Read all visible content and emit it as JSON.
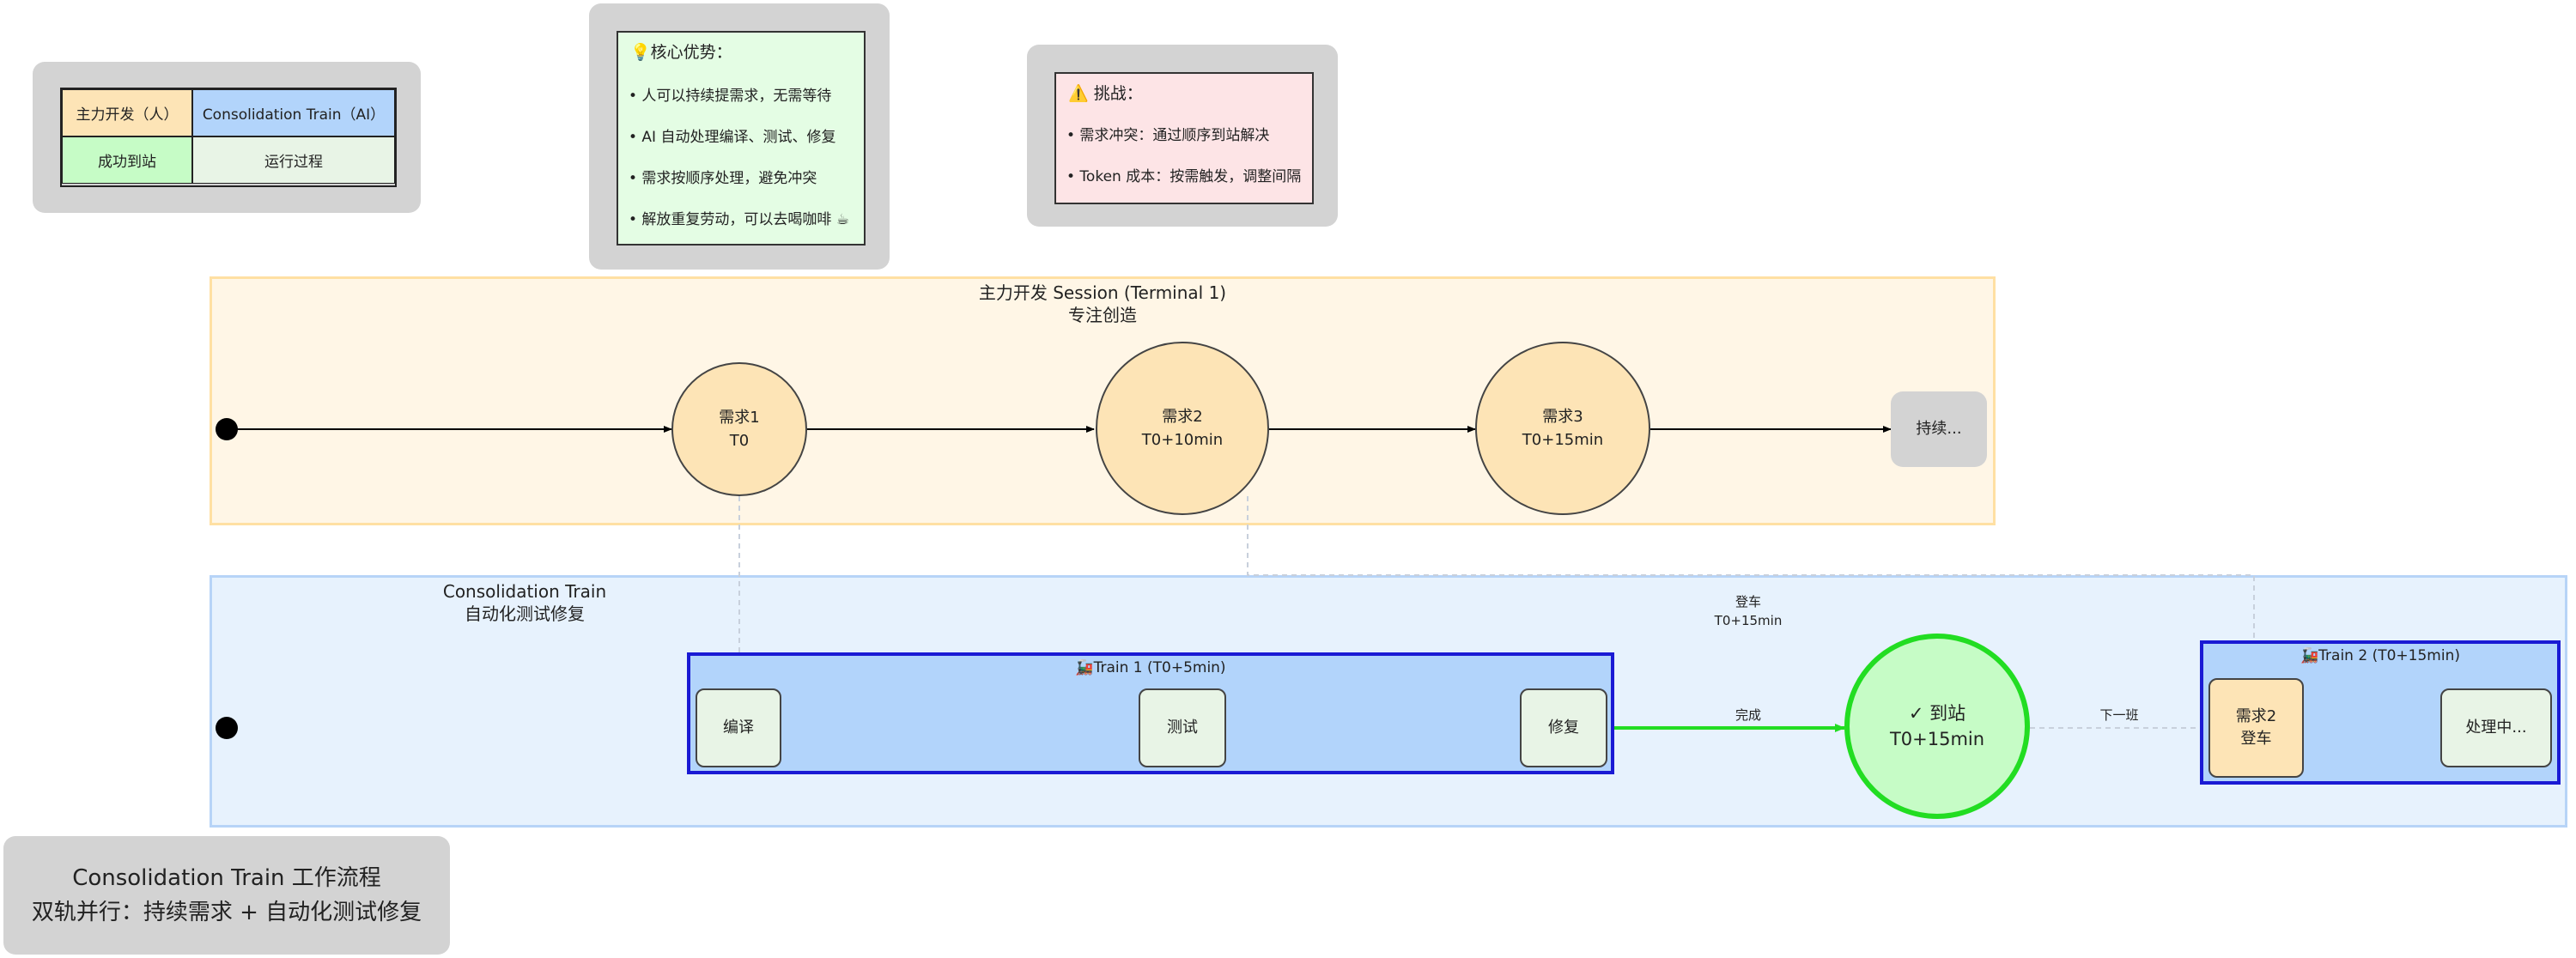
{
  "legend": {
    "main_dev": "主力开发（人）",
    "train": "Consolidation Train（AI）",
    "arrived": "成功到站",
    "running": "运行过程",
    "colors": {
      "main_dev": "#fde4b6",
      "train": "#b2d4fb",
      "arrived": "#c6fcc6",
      "running": "#e8f4e6"
    }
  },
  "advantages": {
    "icon": "lightbulb-icon",
    "title": "💡核心优势：",
    "items": [
      "• 人可以持续提需求，无需等待",
      "• AI 自动处理编译、测试、修复",
      "• 需求按顺序处理，避免冲突",
      "• 解放重复劳动，可以去喝咖啡 ☕"
    ]
  },
  "challenges": {
    "icon": "warning-icon",
    "title": "⚠️ 挑战：",
    "items": [
      "• 需求冲突：通过顺序到站解决",
      "• Token 成本：按需触发，调整间隔"
    ]
  },
  "main_lane": {
    "title": "主力开发 Session (Terminal 1)",
    "subtitle": "专注创造",
    "req1": {
      "name": "需求1",
      "time": "T0"
    },
    "req2": {
      "name": "需求2",
      "time": "T0+10min"
    },
    "req3": {
      "name": "需求3",
      "time": "T0+15min"
    },
    "continue": "持续..."
  },
  "train_lane": {
    "title": "Consolidation Train",
    "subtitle": "自动化测试修复",
    "train1": {
      "icon": "locomotive-icon",
      "label": "🚂Train 1 (T0+5min)",
      "steps": [
        "编译",
        "测试",
        "修复"
      ]
    },
    "done_label": "完成",
    "arrive": {
      "name": "✓ 到站",
      "time": "T0+15min"
    },
    "board_label": {
      "name": "登车",
      "time": "T0+15min"
    },
    "next_label": "下一班",
    "train2": {
      "icon": "locomotive-icon",
      "label": "🚂Train 2 (T0+15min)",
      "boarding": {
        "name": "需求2",
        "action": "登车"
      },
      "processing": "处理中..."
    }
  },
  "footer": {
    "title": "Consolidation Train 工作流程",
    "subtitle": "双轨并行：持续需求 + 自动化测试修复"
  }
}
